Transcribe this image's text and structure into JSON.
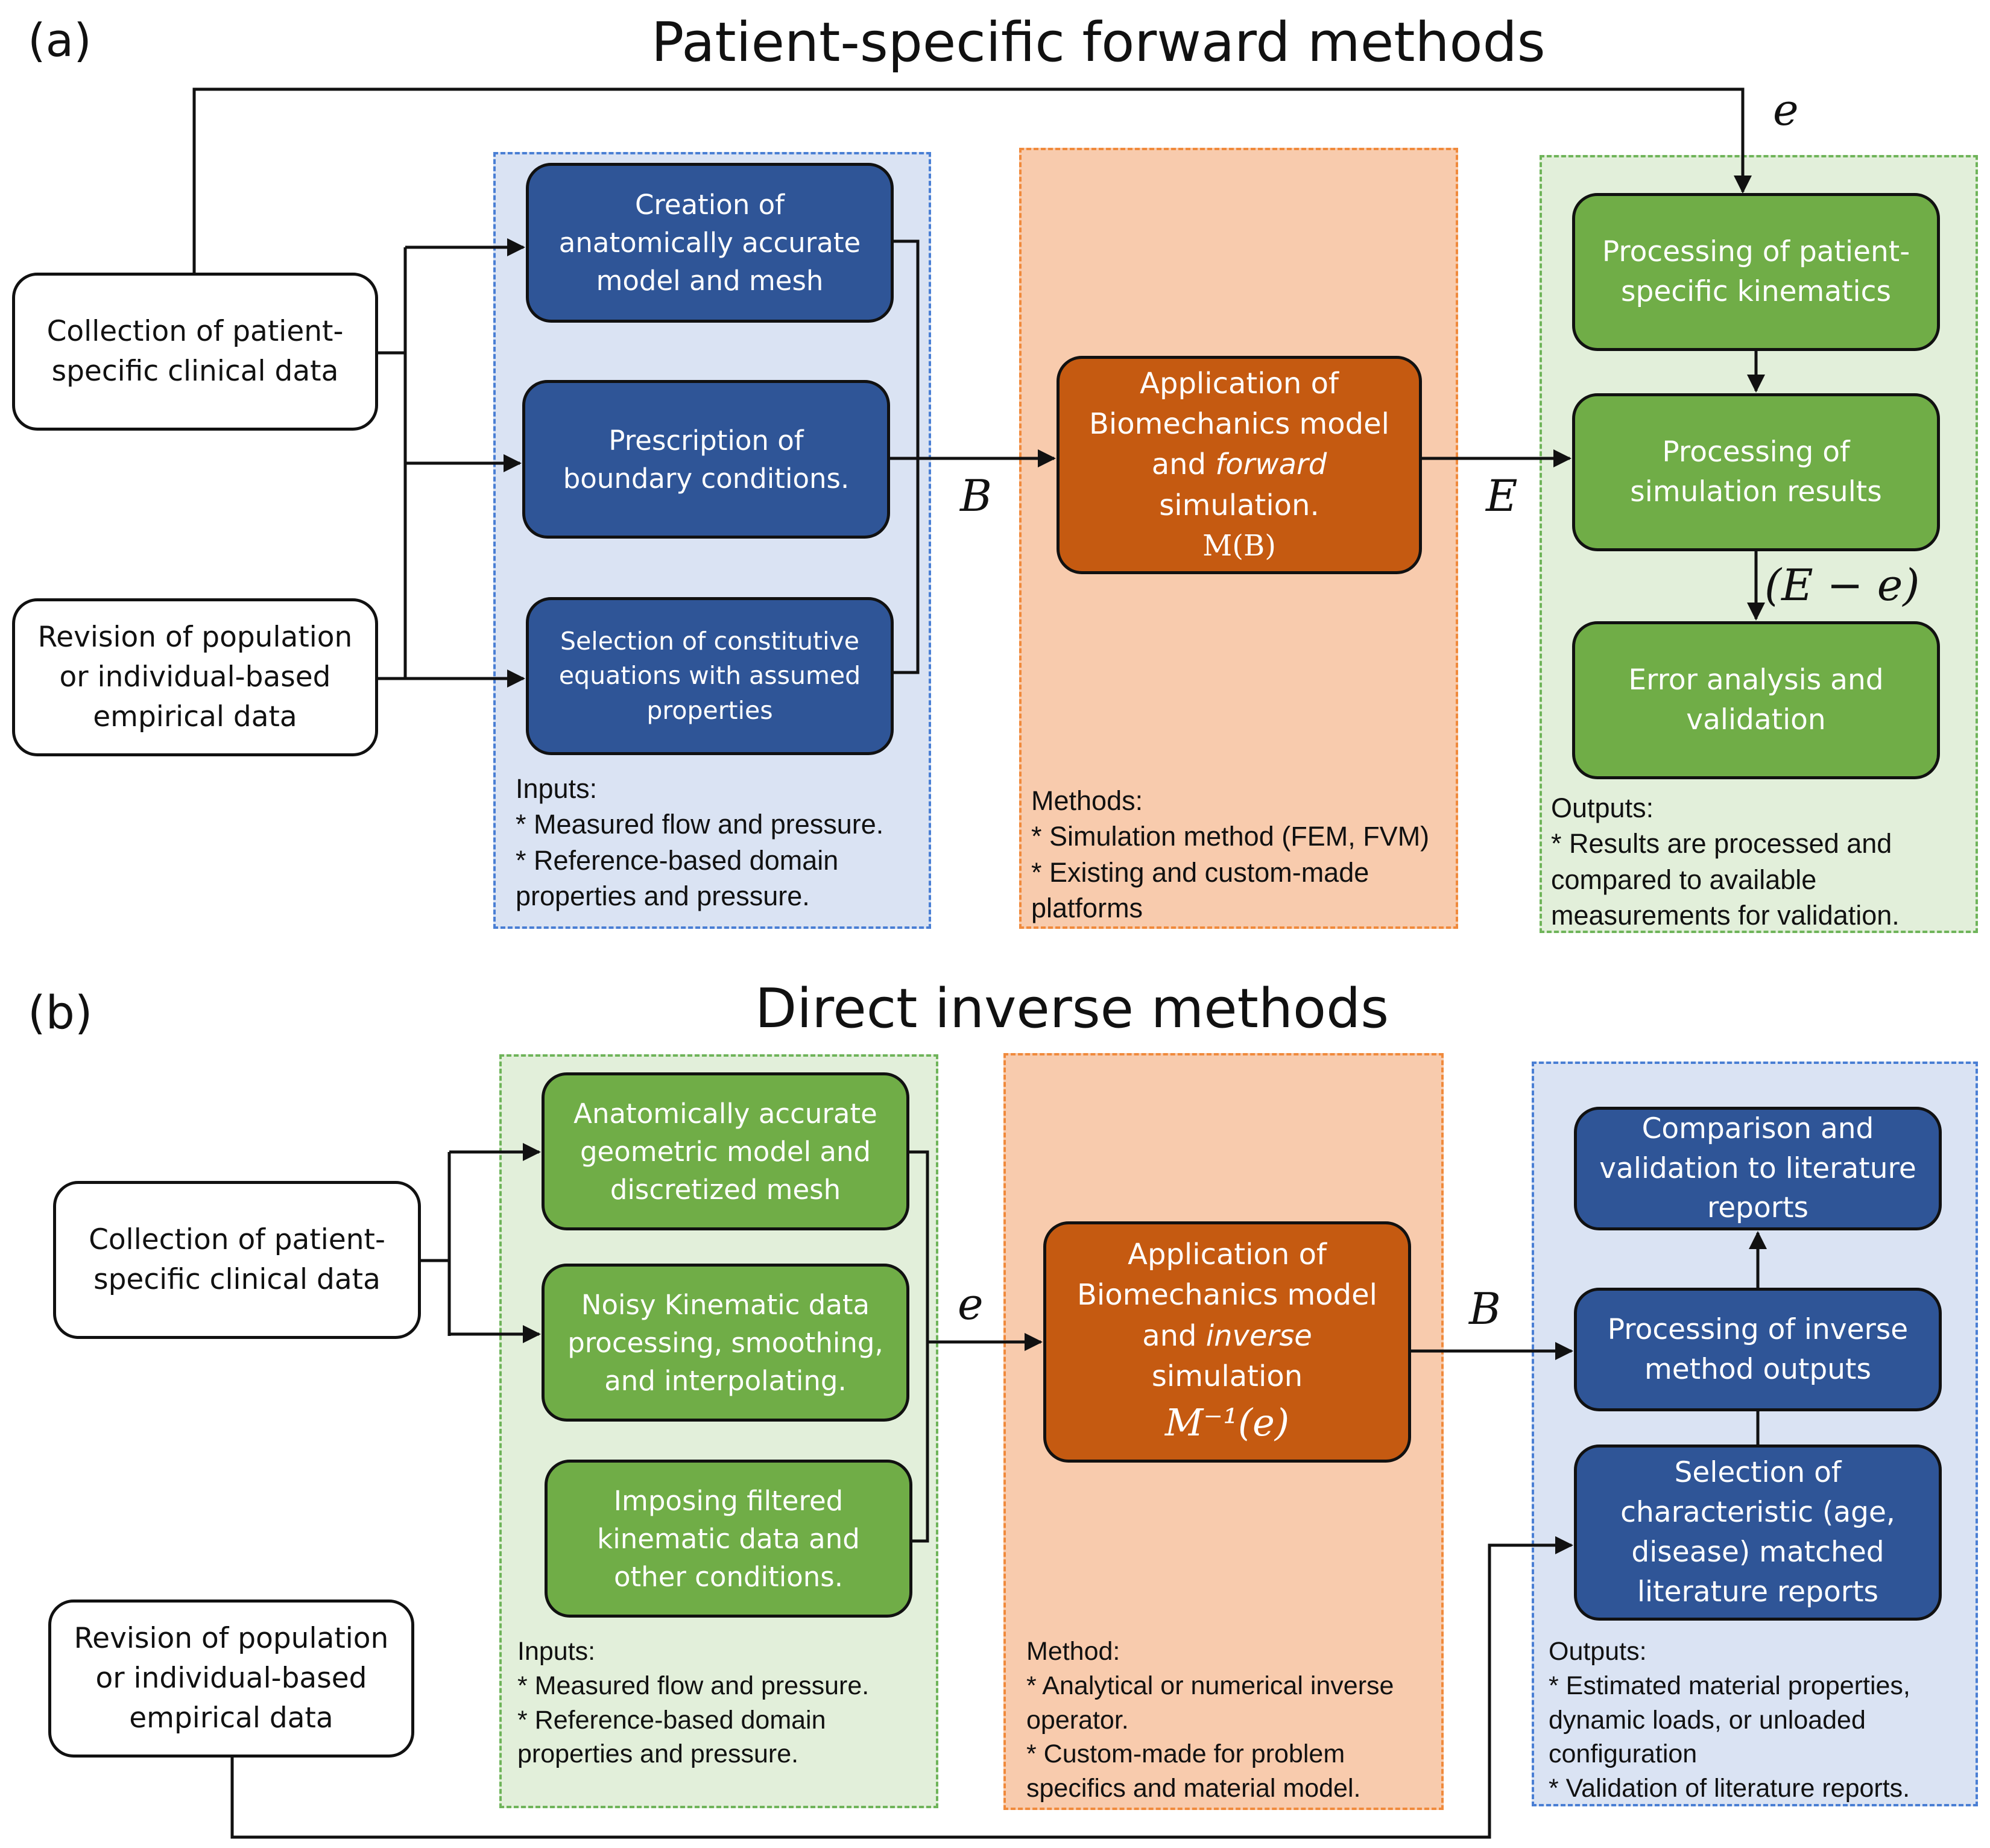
{
  "panel_a": {
    "label": "(a)",
    "title": "Patient-specific forward methods",
    "sources": {
      "clinical": "Collection of patient-specific clinical data",
      "empirical": "Revision of population or individual-based empirical data"
    },
    "inputs": {
      "boxes": [
        "Creation of anatomically accurate model and mesh",
        "Prescription of boundary conditions.",
        "Selection of constitutive equations with assumed properties"
      ],
      "notes": [
        "Inputs:",
        "* Measured flow and pressure.",
        "* Reference-based domain properties and pressure."
      ]
    },
    "method": {
      "line1": "Application of",
      "line2": "Biomechanics model",
      "line3_pre": "and",
      "line3_em": "forward",
      "line4": "simulation.",
      "formula": "M(B)",
      "notes": [
        "Methods:",
        "* Simulation method (FEM, FVM)",
        "* Existing and custom-made platforms"
      ]
    },
    "outputs": {
      "boxes": [
        "Processing of patient-specific kinematics",
        "Processing of simulation results",
        "Error analysis and validation"
      ],
      "notes": [
        "Outputs:",
        "* Results are processed and compared to available measurements for validation."
      ]
    },
    "symbols": {
      "B": "B",
      "E": "E",
      "e": "e",
      "diff": "(E − e)"
    }
  },
  "panel_b": {
    "label": "(b)",
    "title": "Direct inverse methods",
    "sources": {
      "clinical": "Collection of patient-specific clinical data",
      "empirical": "Revision of population or individual-based empirical data"
    },
    "inputs": {
      "boxes": [
        "Anatomically accurate geometric model and discretized mesh",
        "Noisy Kinematic data processing, smoothing, and interpolating.",
        "Imposing filtered kinematic data and other conditions."
      ],
      "notes": [
        "Inputs:",
        "* Measured flow and pressure.",
        "* Reference-based domain properties and pressure."
      ]
    },
    "method": {
      "line1": "Application of",
      "line2": "Biomechanics model",
      "line3_pre": "and",
      "line3_em": "inverse",
      "line4": "simulation",
      "formula": "M⁻¹(e)",
      "notes": [
        "Method:",
        "* Analytical or numerical inverse operator.",
        "* Custom-made for problem specifics and material model."
      ]
    },
    "outputs": {
      "boxes": [
        "Comparison and validation to literature reports",
        "Processing of inverse method outputs",
        "Selection of characteristic (age, disease) matched literature reports"
      ],
      "notes": [
        "Outputs:",
        "* Estimated material properties, dynamic loads, or unloaded configuration",
        "* Validation of literature reports."
      ]
    },
    "symbols": {
      "e": "e",
      "B": "B"
    }
  }
}
